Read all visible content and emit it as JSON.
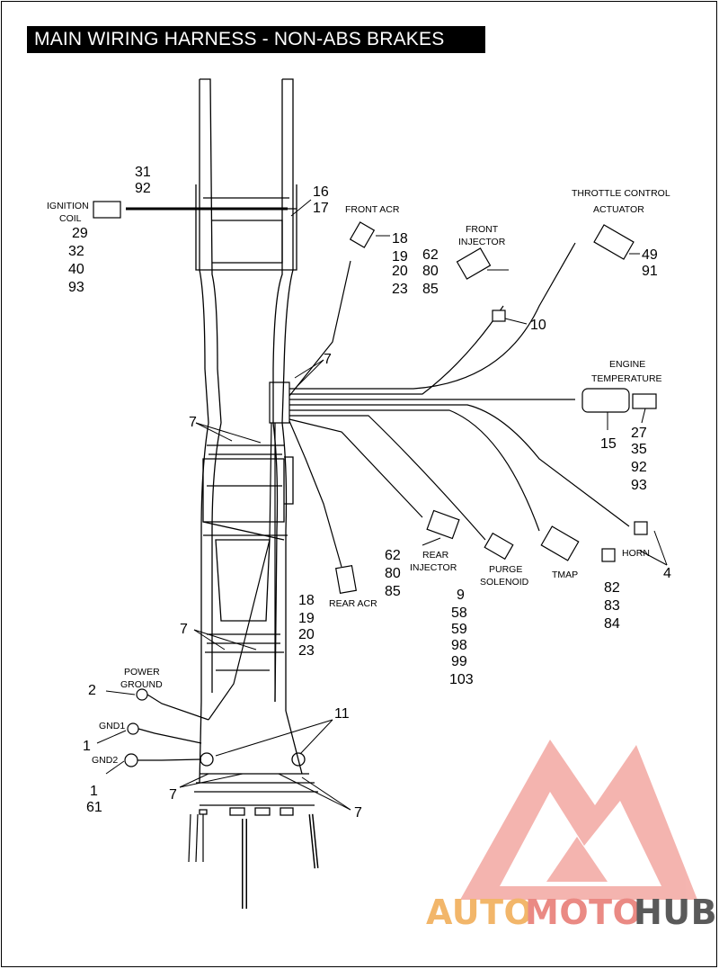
{
  "title": "MAIN WIRING HARNESS - NON-ABS BRAKES",
  "labels": {
    "ignition_coil": [
      "IGNITION",
      "COIL"
    ],
    "front_acr": "FRONT ACR",
    "front_injector": [
      "FRONT",
      "INJECTOR"
    ],
    "throttle_control_actuator": [
      "THROTTLE CONTROL",
      "ACTUATOR"
    ],
    "engine_temperature": [
      "ENGINE",
      "TEMPERATURE"
    ],
    "horn": "HORN",
    "tmap": "TMAP",
    "purge_solenoid": [
      "PURGE",
      "SOLENOID"
    ],
    "rear_injector": [
      "REAR",
      "INJECTOR"
    ],
    "rear_acr": "REAR ACR",
    "power_ground": [
      "POWER",
      "GROUND"
    ],
    "gnd1": "GND1",
    "gnd2": "GND2"
  },
  "callouts": {
    "ignition_coil_top": [
      "31",
      "92"
    ],
    "ignition_coil_bottom": [
      "29",
      "32",
      "40",
      "93"
    ],
    "frame_16_17": [
      "16",
      "17"
    ],
    "front_acr": [
      "18",
      "19",
      "20",
      "23"
    ],
    "front_injector": [
      "62",
      "80",
      "85"
    ],
    "throttle_control_actuator": [
      "49",
      "91"
    ],
    "clip_10": "10",
    "harness_7_a": "7",
    "harness_7_b": "7",
    "harness_7_c": "7",
    "harness_7_d": "7",
    "harness_7_e": "7",
    "engine_temp_15": "15",
    "engine_temp_connector": [
      "27",
      "35",
      "92",
      "93"
    ],
    "rear_injector": [
      "62",
      "80",
      "85"
    ],
    "rear_acr": [
      "18",
      "19",
      "20",
      "23"
    ],
    "purge_solenoid": [
      "9",
      "58",
      "59",
      "98",
      "99",
      "103"
    ],
    "tmap": [
      "82",
      "83",
      "84"
    ],
    "horn_4": "4",
    "power_ground_2": "2",
    "gnd1_1": "1",
    "gnd2": [
      "1",
      "61"
    ],
    "grommet_11": "11"
  },
  "watermark": {
    "text_part1": "AUTO",
    "text_part2": "MOTO",
    "text_part3": "HUB",
    "color_light": "#f2b66a",
    "color_red": "#ea8a84",
    "color_dark": "#5a5a5a"
  }
}
